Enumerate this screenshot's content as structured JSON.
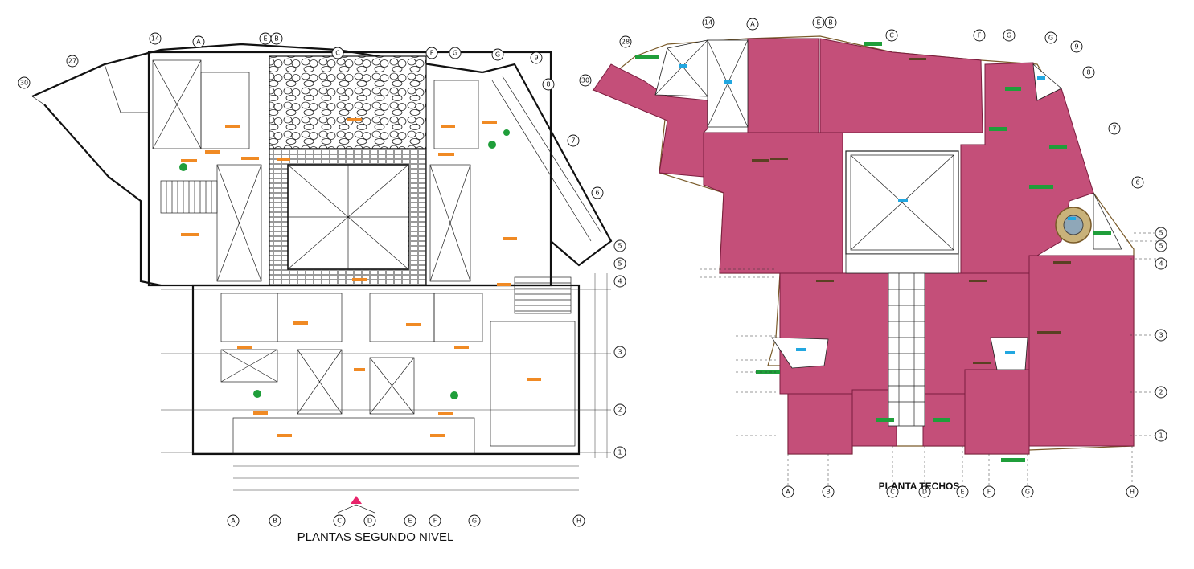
{
  "left_plan": {
    "title": "PLANTAS SEGUNDO NIVEL",
    "bottom_axes": [
      "A",
      "B",
      "C",
      "D",
      "E",
      "F",
      "G",
      "H"
    ],
    "top_axes": [
      "14",
      "A",
      "E",
      "B",
      "C",
      "F",
      "G",
      "G",
      "9",
      "8",
      "7",
      "6"
    ],
    "right_axes": [
      "5",
      "5",
      "4",
      "3",
      "2",
      "1"
    ],
    "left_axes": [
      "30",
      "27"
    ]
  },
  "right_plan": {
    "title": "PLANTA TECHOS",
    "bottom_axes": [
      "A",
      "B",
      "C",
      "D",
      "E",
      "F",
      "G",
      "H"
    ],
    "top_axes": [
      "14",
      "A",
      "E",
      "B",
      "C",
      "F",
      "G",
      "G",
      "9",
      "8",
      "7",
      "6"
    ],
    "right_axes": [
      "5",
      "5",
      "4",
      "3",
      "2",
      "1"
    ],
    "left_axes": [
      "28",
      "30"
    ]
  },
  "colors": {
    "roof": "#c44f79",
    "roof_line": "#7a1c3e",
    "label_tag": "#f08a24",
    "plant": "#1f9e3a",
    "drain": "#22a7e0",
    "entry_arrow": "#e8246b"
  }
}
